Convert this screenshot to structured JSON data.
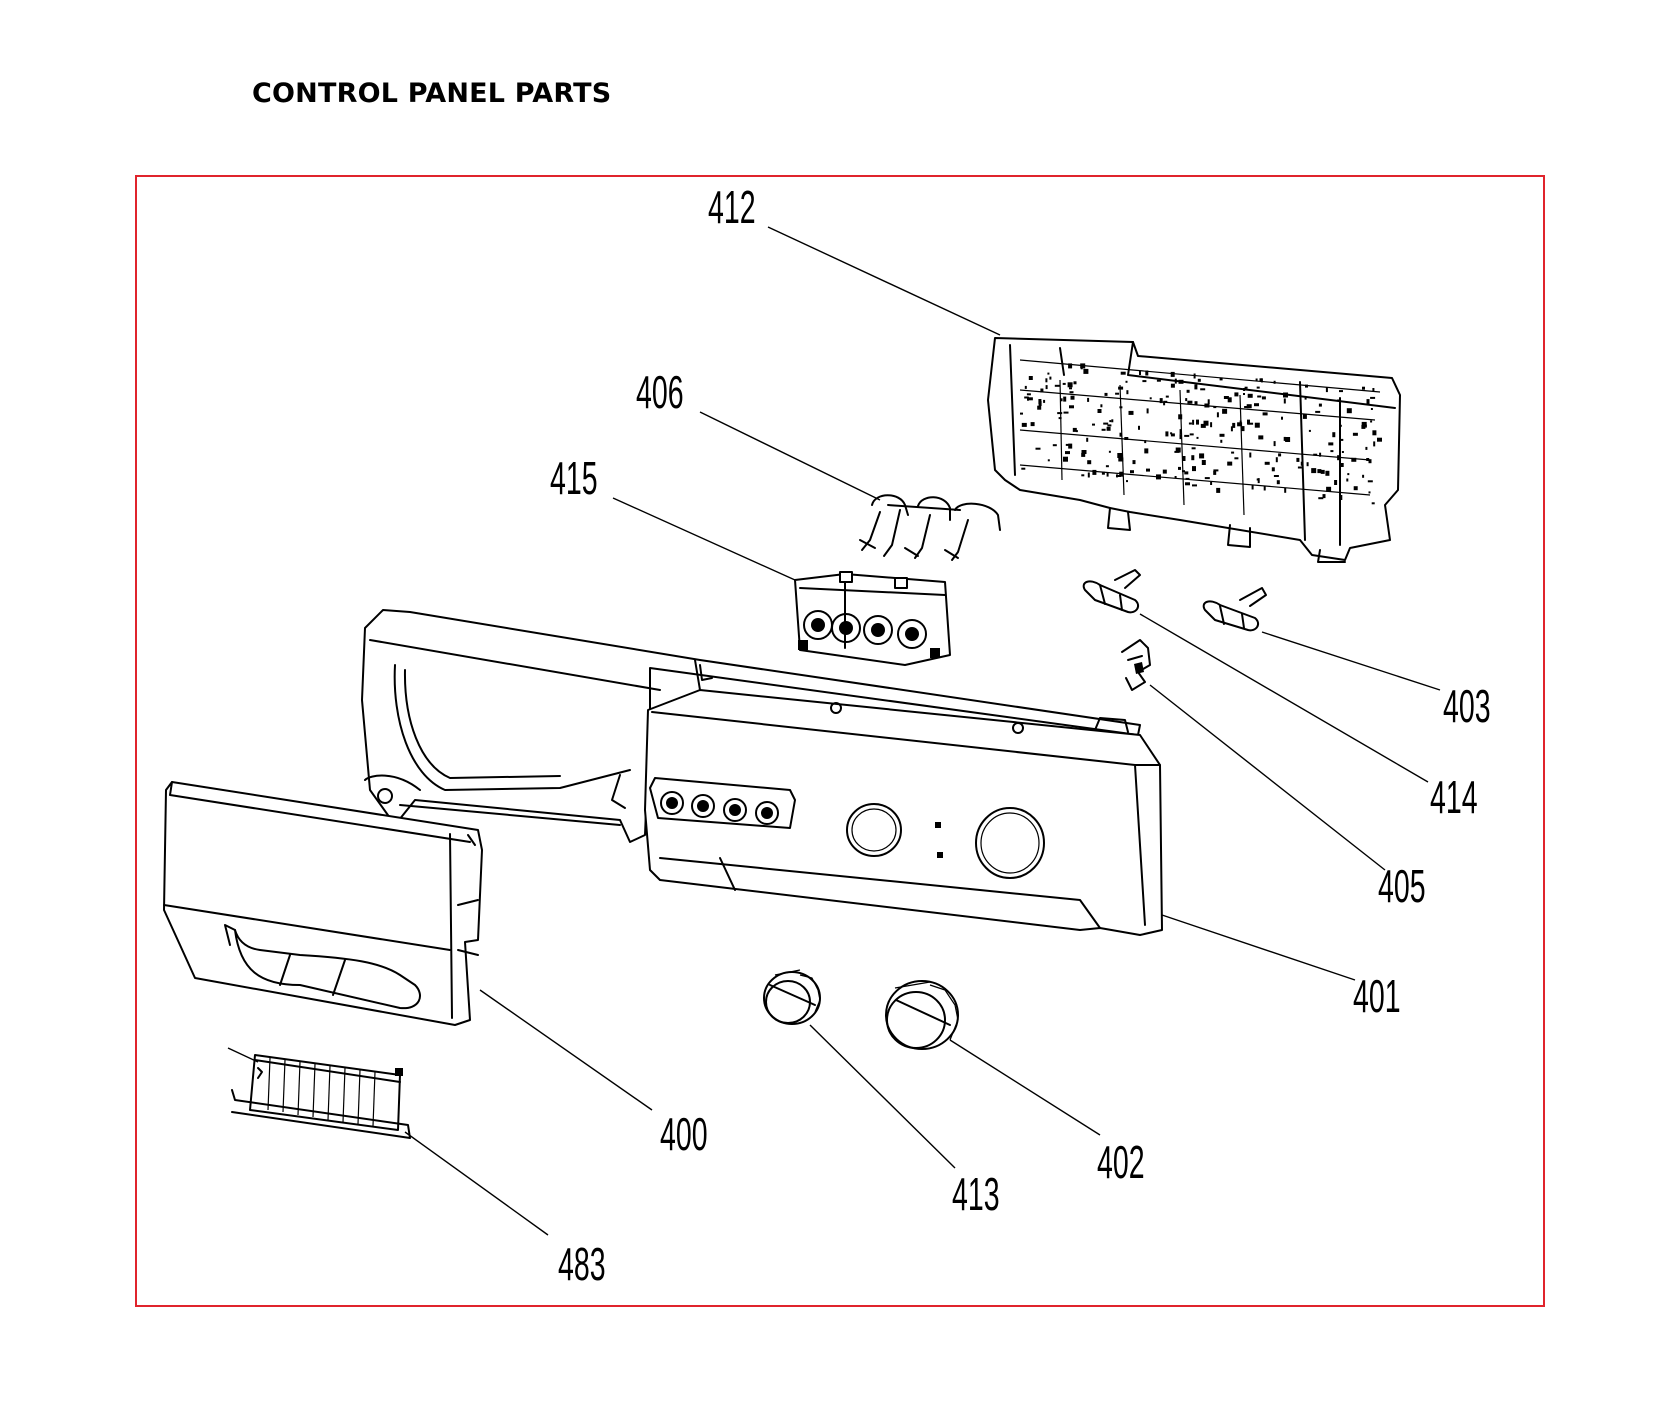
{
  "title": "CONTROL PANEL PARTS",
  "colors": {
    "frame": "#e0242c",
    "ink": "#000000"
  },
  "parts": [
    {
      "id": "p400",
      "number": "400",
      "name": "detergent-drawer-handle"
    },
    {
      "id": "p401",
      "number": "401",
      "name": "control-panel-fascia"
    },
    {
      "id": "p402",
      "number": "402",
      "name": "program-knob-large"
    },
    {
      "id": "p403",
      "number": "403",
      "name": "light-pipe-a"
    },
    {
      "id": "p405",
      "number": "405",
      "name": "clip"
    },
    {
      "id": "p406",
      "number": "406",
      "name": "button-plungers"
    },
    {
      "id": "p412",
      "number": "412",
      "name": "main-pcb-module"
    },
    {
      "id": "p413",
      "number": "413",
      "name": "knob-small"
    },
    {
      "id": "p414",
      "number": "414",
      "name": "light-pipe-b"
    },
    {
      "id": "p415",
      "number": "415",
      "name": "button-housing"
    },
    {
      "id": "p483",
      "number": "483",
      "name": "drawer-insert-grid"
    }
  ]
}
